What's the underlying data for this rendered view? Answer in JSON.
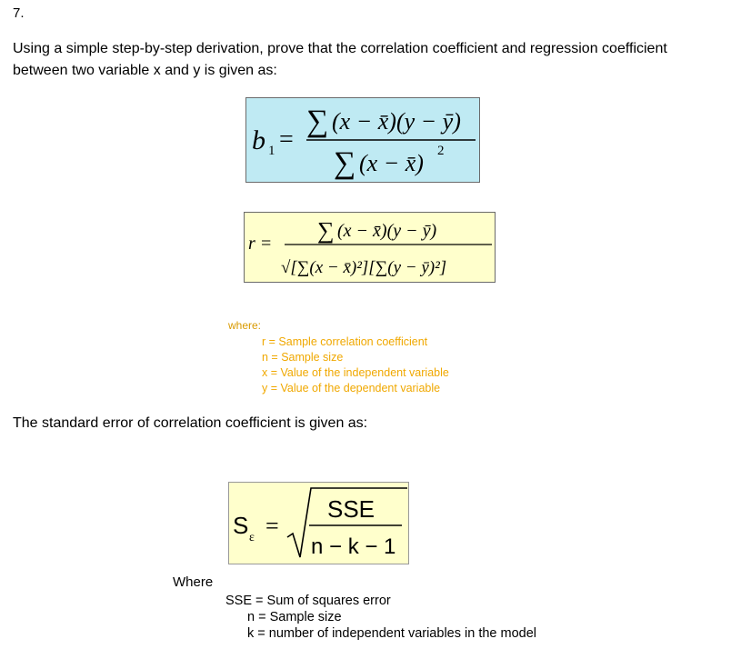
{
  "question": {
    "number": "7.",
    "intro_line1": "Using a simple step-by-step derivation, prove that the correlation coefficient and regression coefficient",
    "intro_line2": "between two variable x and y is given as:"
  },
  "formula_b1": {
    "lhs": "b",
    "lhs_sub": "1",
    "equals": "=",
    "sigma": "∑",
    "numerator": "(x − x̄)(y − ȳ)",
    "denominator": "(x − x̄)",
    "denominator_power": "2",
    "box_color": "#bfeaf3"
  },
  "formula_r": {
    "lhs": "r =",
    "sigma": "∑",
    "numerator": "(x − x̄)(y − ȳ)",
    "denominator": "√[∑(x − x̄)²][∑(y − ȳ)²]",
    "box_color": "#ffffcc"
  },
  "where_block": {
    "label": "where:",
    "items": [
      "r = Sample correlation coefficient",
      "n = Sample size",
      "x = Value of the independent variable",
      "y = Value of the dependent variable"
    ],
    "color": "#f0a800"
  },
  "se_intro": "The standard error of correlation coefficient is given as:",
  "formula_se": {
    "lhs": "S",
    "lhs_sub": "ε",
    "equals": "=",
    "numerator": "SSE",
    "denominator": "n − k − 1"
  },
  "where2": {
    "label": "Where",
    "items": [
      "SSE  = Sum of squares error",
      "n = Sample size",
      "k = number of independent variables in the model"
    ]
  }
}
